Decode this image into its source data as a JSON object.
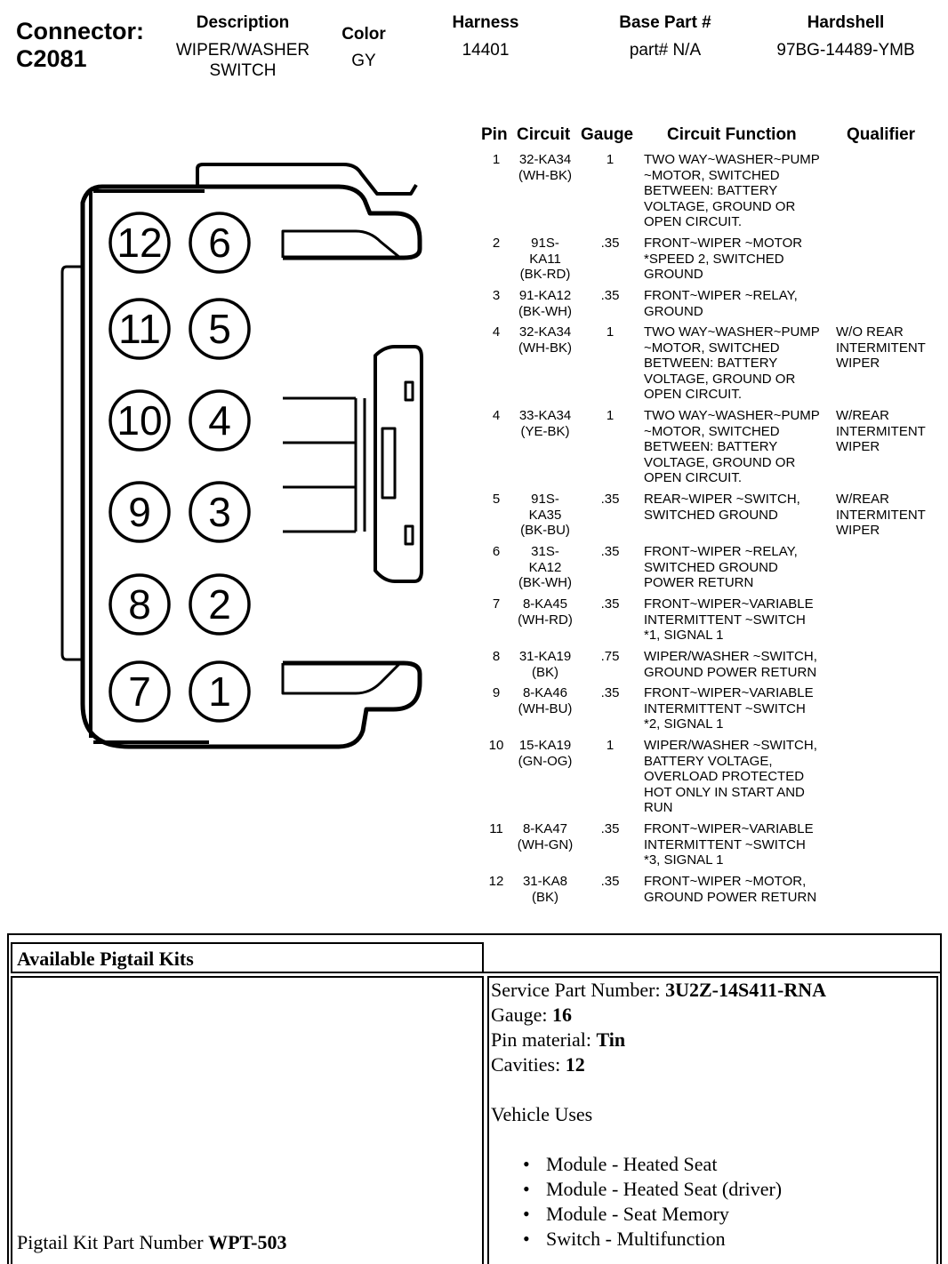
{
  "header": {
    "connector_label": "Connector:",
    "connector_id": "C2081",
    "description_label": "Description",
    "description_value_line1": "WIPER/WASHER",
    "description_value_line2": "SWITCH",
    "color_label": "Color",
    "color_value": "GY",
    "harness_label": "Harness",
    "harness_value": "14401",
    "base_part_label": "Base Part #",
    "base_part_value": "part# N/A",
    "hardshell_label": "Hardshell",
    "hardshell_value": "97BG-14489-YMB"
  },
  "connector_diagram": {
    "pins": [
      "12",
      "6",
      "11",
      "5",
      "10",
      "4",
      "9",
      "3",
      "8",
      "2",
      "7",
      "1"
    ]
  },
  "pin_table": {
    "columns": [
      "Pin",
      "Circuit",
      "Gauge",
      "Circuit Function",
      "Qualifier"
    ],
    "rows": [
      {
        "pin": "1",
        "circuit": "32-KA34\n(WH-BK)",
        "gauge": "1",
        "function": "TWO WAY~WASHER~PUMP\n~MOTOR, SWITCHED\nBETWEEN: BATTERY\nVOLTAGE, GROUND OR\nOPEN CIRCUIT.",
        "qualifier": ""
      },
      {
        "pin": "2",
        "circuit": "91S-\nKA11\n(BK-RD)",
        "gauge": ".35",
        "function": "FRONT~WIPER ~MOTOR\n*SPEED 2, SWITCHED\nGROUND",
        "qualifier": ""
      },
      {
        "pin": "3",
        "circuit": "91-KA12\n(BK-WH)",
        "gauge": ".35",
        "function": "FRONT~WIPER ~RELAY,\nGROUND",
        "qualifier": ""
      },
      {
        "pin": "4",
        "circuit": "32-KA34\n(WH-BK)",
        "gauge": "1",
        "function": "TWO WAY~WASHER~PUMP\n~MOTOR, SWITCHED\nBETWEEN: BATTERY\nVOLTAGE, GROUND OR\nOPEN CIRCUIT.",
        "qualifier": "W/O REAR\nINTERMITENT\nWIPER"
      },
      {
        "pin": "4",
        "circuit": "33-KA34\n(YE-BK)",
        "gauge": "1",
        "function": "TWO WAY~WASHER~PUMP\n~MOTOR, SWITCHED\nBETWEEN: BATTERY\nVOLTAGE, GROUND OR\nOPEN CIRCUIT.",
        "qualifier": "W/REAR\nINTERMITENT\nWIPER"
      },
      {
        "pin": "5",
        "circuit": "91S-\nKA35\n(BK-BU)",
        "gauge": ".35",
        "function": "REAR~WIPER ~SWITCH,\nSWITCHED GROUND",
        "qualifier": "W/REAR\nINTERMITENT\nWIPER"
      },
      {
        "pin": "6",
        "circuit": "31S-\nKA12\n(BK-WH)",
        "gauge": ".35",
        "function": "FRONT~WIPER ~RELAY,\nSWITCHED GROUND\nPOWER RETURN",
        "qualifier": ""
      },
      {
        "pin": "7",
        "circuit": "8-KA45\n(WH-RD)",
        "gauge": ".35",
        "function": "FRONT~WIPER~VARIABLE\nINTERMITTENT ~SWITCH\n*1, SIGNAL 1",
        "qualifier": ""
      },
      {
        "pin": "8",
        "circuit": "31-KA19\n(BK)",
        "gauge": ".75",
        "function": "WIPER/WASHER ~SWITCH,\nGROUND POWER RETURN",
        "qualifier": ""
      },
      {
        "pin": "9",
        "circuit": "8-KA46\n(WH-BU)",
        "gauge": ".35",
        "function": "FRONT~WIPER~VARIABLE\nINTERMITTENT ~SWITCH\n*2, SIGNAL 1",
        "qualifier": ""
      },
      {
        "pin": "10",
        "circuit": "15-KA19\n(GN-OG)",
        "gauge": "1",
        "function": "WIPER/WASHER ~SWITCH,\nBATTERY VOLTAGE,\nOVERLOAD PROTECTED\nHOT ONLY IN START AND\nRUN",
        "qualifier": ""
      },
      {
        "pin": "11",
        "circuit": "8-KA47\n(WH-GN)",
        "gauge": ".35",
        "function": "FRONT~WIPER~VARIABLE\nINTERMITTENT ~SWITCH\n*3, SIGNAL 1",
        "qualifier": ""
      },
      {
        "pin": "12",
        "circuit": "31-KA8\n(BK)",
        "gauge": ".35",
        "function": "FRONT~WIPER ~MOTOR,\nGROUND POWER RETURN",
        "qualifier": ""
      }
    ]
  },
  "pigtail": {
    "title": "Available Pigtail Kits",
    "kit_part_label": "Pigtail Kit Part Number ",
    "kit_part_value": "WPT-503",
    "service_part_label": "Service Part Number: ",
    "service_part_value": "3U2Z-14S411-RNA",
    "gauge_label": "Gauge: ",
    "gauge_value": "16",
    "pin_material_label": "Pin material: ",
    "pin_material_value": "Tin",
    "cavities_label": "Cavities: ",
    "cavities_value": "12",
    "vehicle_uses_label": "Vehicle Uses",
    "vehicle_uses": [
      "Module - Heated Seat",
      "Module - Heated Seat (driver)",
      "Module - Seat Memory",
      "Switch - Multifunction"
    ]
  }
}
